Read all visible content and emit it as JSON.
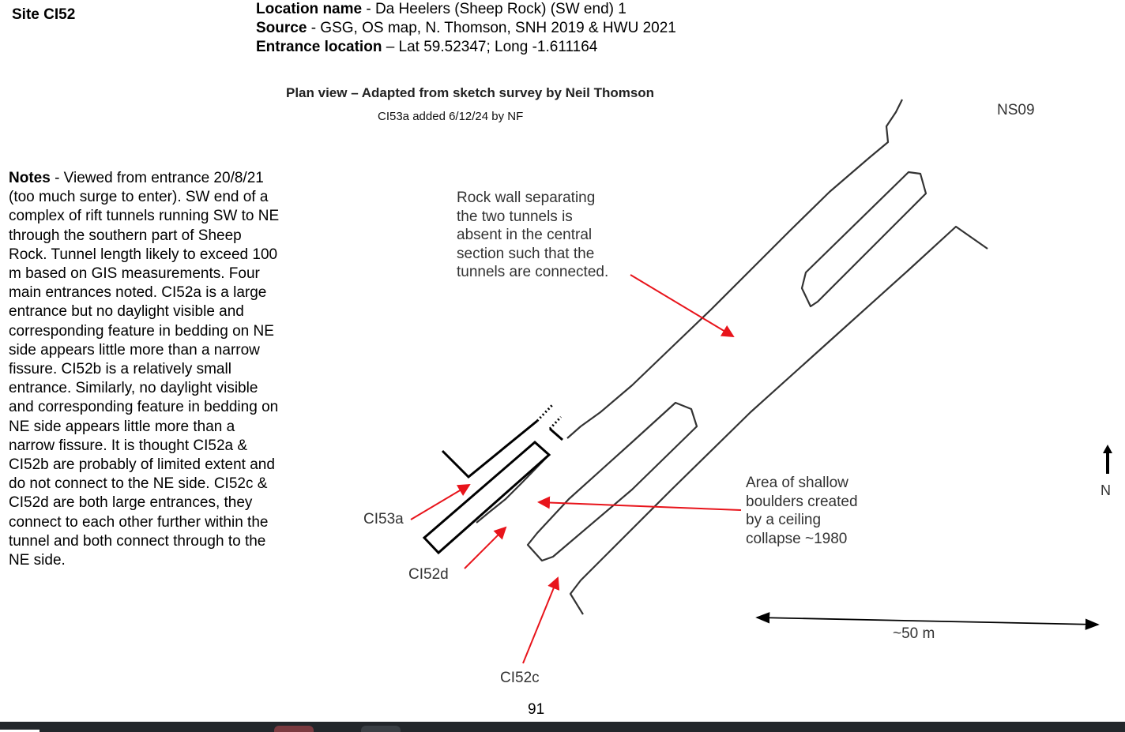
{
  "site": "Site CI52",
  "header": {
    "location_label": "Location name",
    "location_value": " - Da Heelers (Sheep Rock) (SW end) 1",
    "source_label": "Source",
    "source_value": " - GSG, OS map, N. Thomson, SNH 2019 & HWU 2021",
    "entrance_label": "Entrance location",
    "entrance_value": " – Lat 59.52347; Long -1.611164"
  },
  "diagram": {
    "title": "Plan view – Adapted from sketch survey by Neil Thomson",
    "added_note": "CI53a added 6/12/24 by NF",
    "grid_ref": "NS09",
    "rock_wall_note": [
      "Rock wall separating",
      "the two tunnels is",
      "absent in the central",
      "section such that the",
      "tunnels are connected."
    ],
    "boulders_note": [
      "Area of shallow",
      "boulders created",
      "by a ceiling",
      "collapse ~1980"
    ],
    "labels": {
      "ci53a": "CI53a",
      "ci52d": "CI52d",
      "ci52c": "CI52c"
    },
    "north": "N",
    "scale": "~50 m",
    "arrow_color": "#e8141b"
  },
  "notes": {
    "label": "Notes",
    "text": " - Viewed from entrance 20/8/21 (too much surge to enter). SW end of a complex of rift tunnels running SW to NE through the southern part of Sheep Rock. Tunnel length likely to exceed 100 m based on GIS measurements.  Four main entrances noted.  CI52a is a large entrance but no daylight visible and corresponding feature in bedding on NE side appears little more than a narrow fissure. CI52b is a relatively small entrance. Similarly, no daylight visible and corresponding feature in bedding on NE side appears little more than a narrow fissure.  It is thought CI52a & CI52b are probably of limited extent and do not connect to the NE side. CI52c & CI52d are both large entrances, they connect to each other further within the tunnel and both connect through to the NE side."
  },
  "page_number": "91"
}
